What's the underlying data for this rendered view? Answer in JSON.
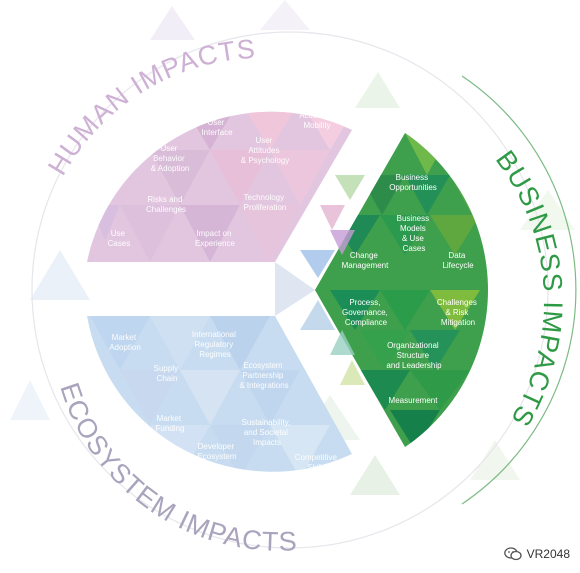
{
  "titles": {
    "human": "HUMAN IMPACTS",
    "business": "BUSINESS IMPACTS",
    "ecosystem": "ECOSYSTEM IMPACTS"
  },
  "human": {
    "access_mobility": [
      "Access &",
      "Mobility"
    ],
    "user_interface": [
      "User",
      "Interface"
    ],
    "user_behavior": [
      "User",
      "Behavior",
      "& Adoption"
    ],
    "user_attitudes": [
      "User",
      "Attitudes",
      "& Psychology"
    ],
    "risks_challenges": [
      "Risks and",
      "Challenges"
    ],
    "technology_proliferation": [
      "Technology",
      "Proliferation"
    ],
    "use_cases": [
      "Use",
      "Cases"
    ],
    "impact_experience": [
      "Impact on",
      "Experience"
    ]
  },
  "business": {
    "business_opportunities": [
      "Business",
      "Opportunities"
    ],
    "business_models": [
      "Business",
      "Models",
      "& Use",
      "Cases"
    ],
    "change_management": [
      "Change",
      "Management"
    ],
    "data_lifecycle": [
      "Data",
      "Lifecycle"
    ],
    "process_governance": [
      "Process,",
      "Governance,",
      "Compliance"
    ],
    "challenges_risk": [
      "Challenges",
      "& Risk",
      "Mitigation"
    ],
    "org_structure": [
      "Organizational",
      "Structure",
      "and Leadership"
    ],
    "measurement": [
      "Measurement"
    ]
  },
  "ecosystem": {
    "market_adoption": [
      "Market",
      "Adoption"
    ],
    "international_regulatory": [
      "International",
      "Regulatory",
      "Regimes"
    ],
    "supply_chain": [
      "Supply",
      "Chain"
    ],
    "ecosystem_partnership": [
      "Ecosystem",
      "Partnership",
      "& Integrations"
    ],
    "market_funding": [
      "Market",
      "Funding"
    ],
    "sustainability": [
      "Sustainability,",
      "and Societal",
      "Impacts"
    ],
    "developer_ecosystem": [
      "Developer",
      "Ecosystem"
    ],
    "competitive_shifts": [
      "Competitive",
      "Shifts"
    ]
  },
  "watermark": {
    "text": "VR2048",
    "icon": "wechat-icon"
  },
  "colors": {
    "human": "#ddb8d8",
    "business": "#3aa14a",
    "ecosystem": "#bcd6ee",
    "human_title": "#cdb0d4",
    "business_title": "#2f9a45",
    "ecosystem_title": "#a9a3bd"
  }
}
